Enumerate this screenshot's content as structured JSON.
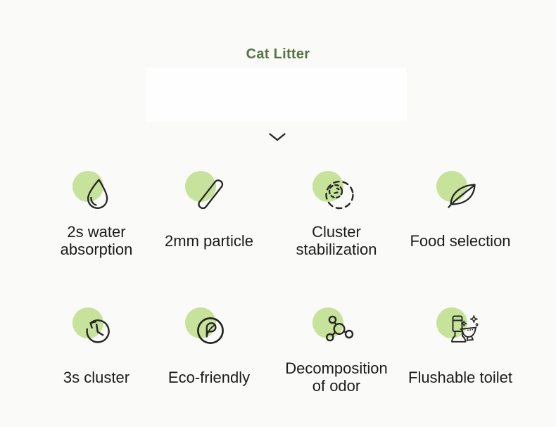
{
  "header": {
    "title": "Cat Litter"
  },
  "hero": {
    "chevron_icon": "chevron-down"
  },
  "features": [
    {
      "icon": "water-drop",
      "label": "2s water\nabsorption"
    },
    {
      "icon": "particle-stick",
      "label": "2mm particle"
    },
    {
      "icon": "dashed-cluster",
      "label": "Cluster\nstabilization"
    },
    {
      "icon": "leaf",
      "label": "Food selection"
    },
    {
      "icon": "timer-clock",
      "label": "3s cluster"
    },
    {
      "icon": "eco-leaf-circle",
      "label": "Eco-friendly"
    },
    {
      "icon": "odor-molecule",
      "label": "Decomposition\nof odor"
    },
    {
      "icon": "toilet-sparkle",
      "label": "Flushable toilet"
    }
  ],
  "colors": {
    "title_green": "#577340",
    "accent_dot": "#c6e29b",
    "icon_stroke": "#262626",
    "label_text": "#1b1b1b",
    "panel_white": "#fefefe",
    "background": "#fafaf8"
  }
}
